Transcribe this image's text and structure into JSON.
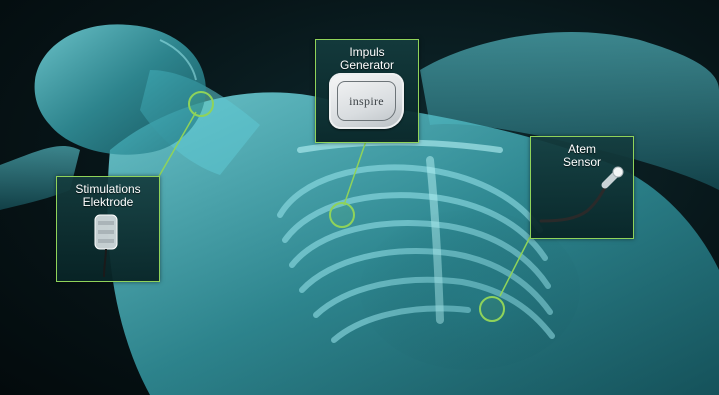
{
  "callouts": {
    "electrode": {
      "title": "Stimulations\nElektrode"
    },
    "generator": {
      "title": "Impuls\nGenerator",
      "logo": "inspire"
    },
    "sensor": {
      "title": "Atem\nSensor"
    }
  },
  "colors": {
    "callout_border": "#8fd35a",
    "body_glow": "#4fd6e0",
    "background": "#071518"
  }
}
